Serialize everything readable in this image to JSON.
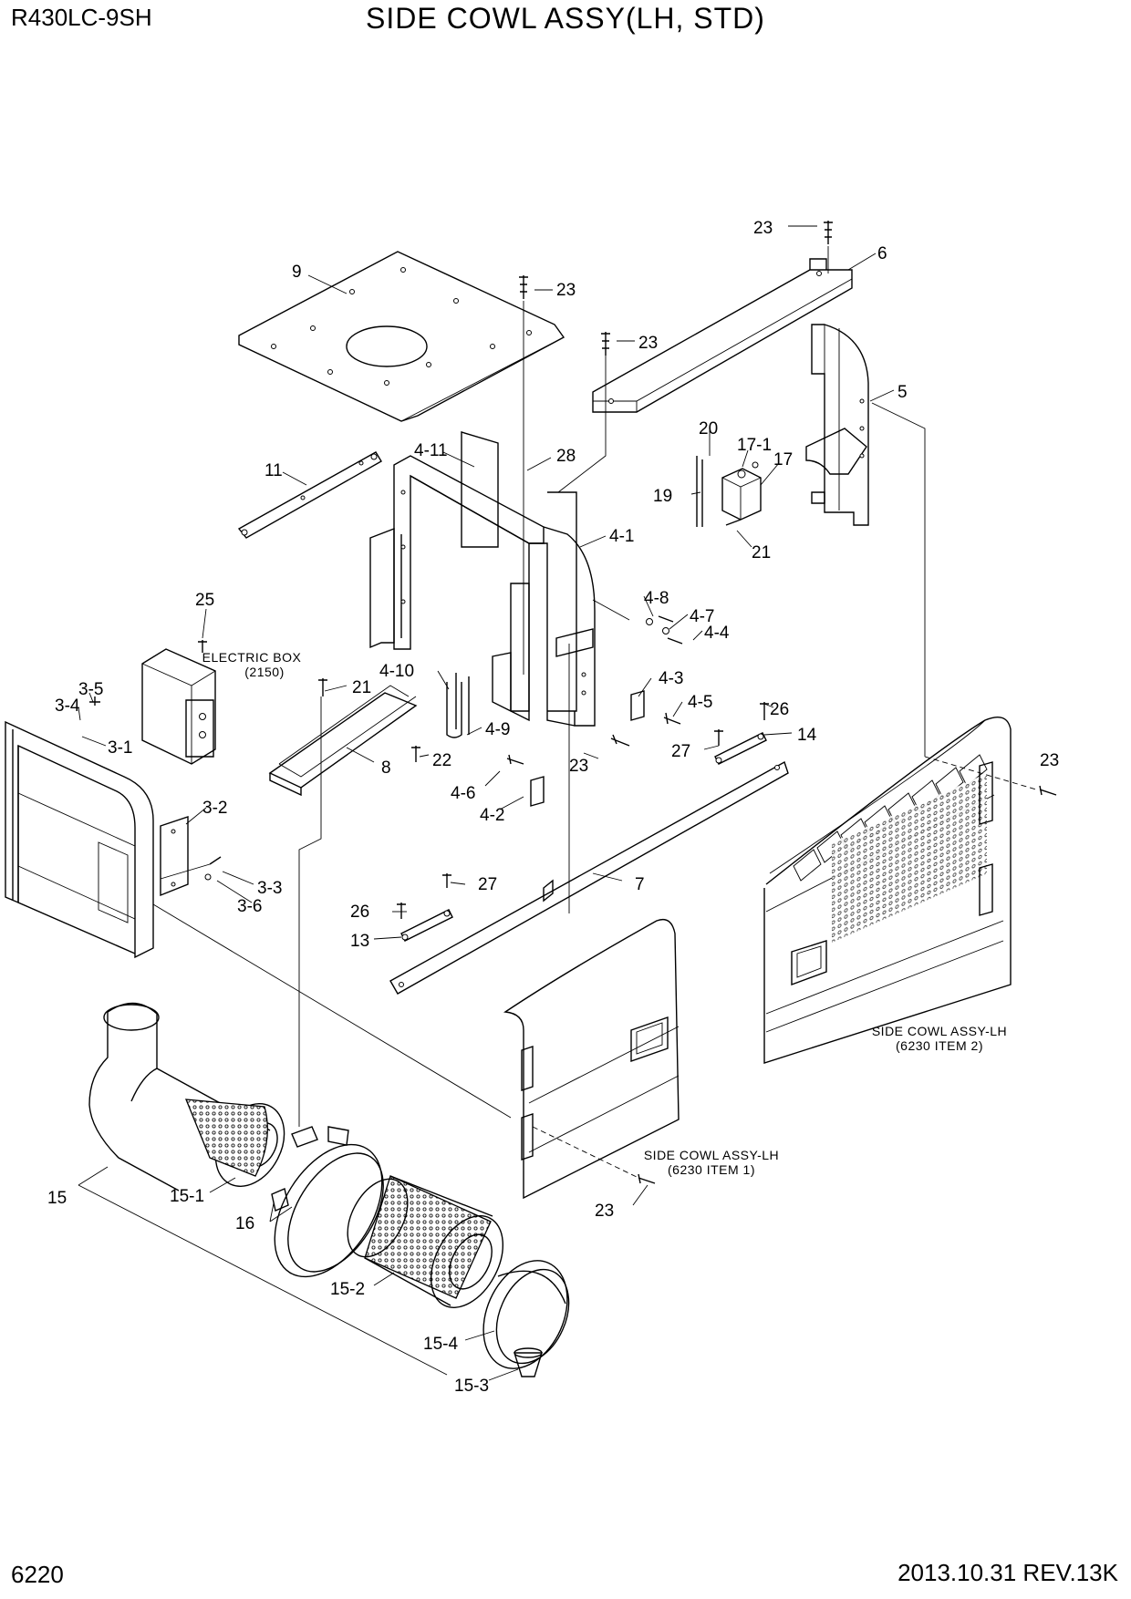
{
  "header": {
    "model": "R430LC-9SH",
    "title": "SIDE COWL ASSY(LH, STD)"
  },
  "footer": {
    "page_number": "6220",
    "revision": "2013.10.31  REV.13K"
  },
  "callouts": {
    "c23a": "23",
    "c6": "6",
    "c9": "9",
    "c23b": "23",
    "c23c": "23",
    "c5": "5",
    "c20": "20",
    "c17_1": "17-1",
    "c17": "17",
    "c19": "19",
    "c21a": "21",
    "c11": "11",
    "c4_11": "4-11",
    "c28": "28",
    "c4_1": "4-1",
    "c4_8": "4-8",
    "c4_7": "4-7",
    "c4_4": "4-4",
    "c25": "25",
    "c3_5": "3-5",
    "c3_4": "3-4",
    "c3_1": "3-1",
    "c21b": "21",
    "c4_10": "4-10",
    "c4_3": "4-3",
    "c4_5": "4-5",
    "c26a": "26",
    "c14": "14",
    "c4_9": "4-9",
    "c22": "22",
    "c8": "8",
    "c23d": "23",
    "c27a": "27",
    "c23e": "23",
    "c4_6": "4-6",
    "c4_2": "4-2",
    "c3_2": "3-2",
    "c3_3": "3-3",
    "c3_6": "3-6",
    "c27b": "27",
    "c7": "7",
    "c26b": "26",
    "c13": "13",
    "c15": "15",
    "c15_1": "15-1",
    "c16": "16",
    "c23f": "23",
    "c15_2": "15-2",
    "c15_4": "15-4",
    "c15_3": "15-3"
  },
  "notes": {
    "electric_box_line1": "ELECTRIC BOX",
    "electric_box_line2": "(2150)",
    "cowl2_line1": "SIDE COWL ASSY-LH",
    "cowl2_line2": "(6230 ITEM 2)",
    "cowl1_line1": "SIDE COWL ASSY-LH",
    "cowl1_line2": "(6230 ITEM 1)"
  }
}
